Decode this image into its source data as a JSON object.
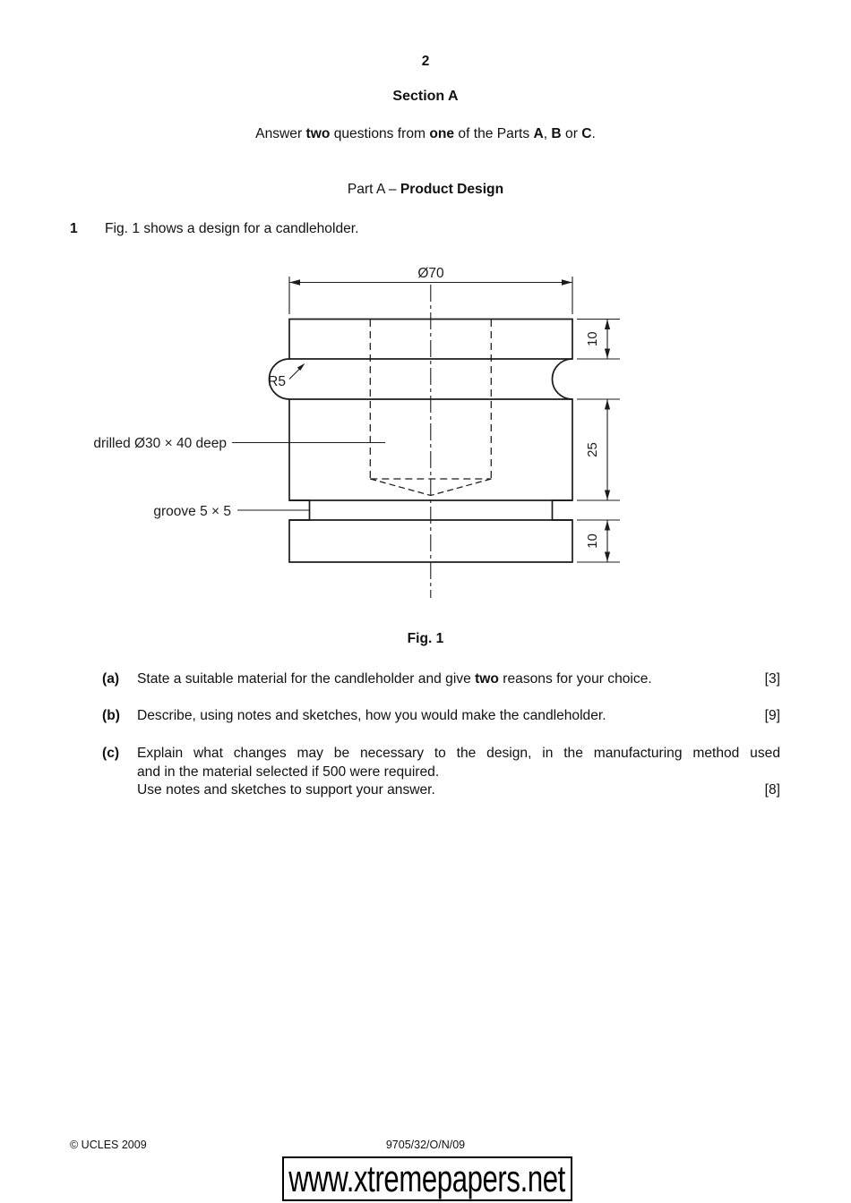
{
  "page_number": "2",
  "header": {
    "section_title": "Section A",
    "instruction": {
      "seg0": "Answer ",
      "seg1": "two",
      "seg2": " questions from ",
      "seg3": "one",
      "seg4": " of the Parts ",
      "seg5": "A",
      "seg6": ", ",
      "seg7": "B",
      "seg8": " or ",
      "seg9": "C",
      "seg10": "."
    },
    "part_label": "Part A – ",
    "part_title": "Product Design"
  },
  "question": {
    "number": "1",
    "intro": "Fig. 1 shows a design for a candleholder."
  },
  "figure": {
    "caption": "Fig. 1",
    "dimensions": {
      "diameter": "Ø70",
      "top_height": "10",
      "body_height": "25",
      "base_height": "10"
    },
    "labels": {
      "radius": "R5",
      "drilled": "drilled Ø30 × 40 deep",
      "groove": "groove 5 × 5"
    }
  },
  "questions": {
    "a": {
      "label": "(a)",
      "seg0": "State a suitable material for the candleholder and give ",
      "seg1": "two",
      "seg2": " reasons for your choice.",
      "marks": "[3]"
    },
    "b": {
      "label": "(b)",
      "text": "Describe, using notes and sketches, how you would make the candleholder.",
      "marks": "[9]"
    },
    "c": {
      "label": "(c)",
      "line1": "Explain what changes may be necessary to the design, in the manufacturing method used",
      "line2": "and in the material selected if 500 were required.",
      "line3": "Use notes and sketches to support your answer.",
      "marks": "[8]"
    }
  },
  "footer": {
    "copyright": "© UCLES 2009",
    "paper_code": "9705/32/O/N/09",
    "watermark": "www.xtremepapers.net"
  }
}
